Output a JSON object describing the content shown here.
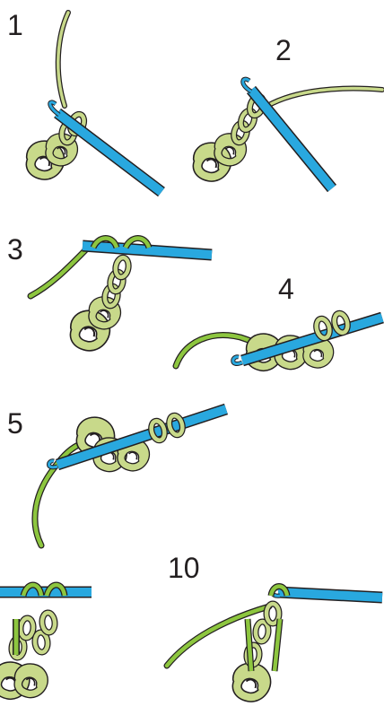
{
  "steps": [
    {
      "number": "1"
    },
    {
      "number": "2"
    },
    {
      "number": "3"
    },
    {
      "number": "4"
    },
    {
      "number": "5"
    },
    {
      "number": "10"
    }
  ],
  "colors": {
    "hook": "#29a8df",
    "hook_outline": "#231f20",
    "yarn_light": "#c8d98a",
    "yarn_dark": "#8dc63f",
    "yarn_outline": "#231f20"
  },
  "icons": {
    "hook": "crochet-hook-icon",
    "yarn": "yarn-strand-icon"
  }
}
